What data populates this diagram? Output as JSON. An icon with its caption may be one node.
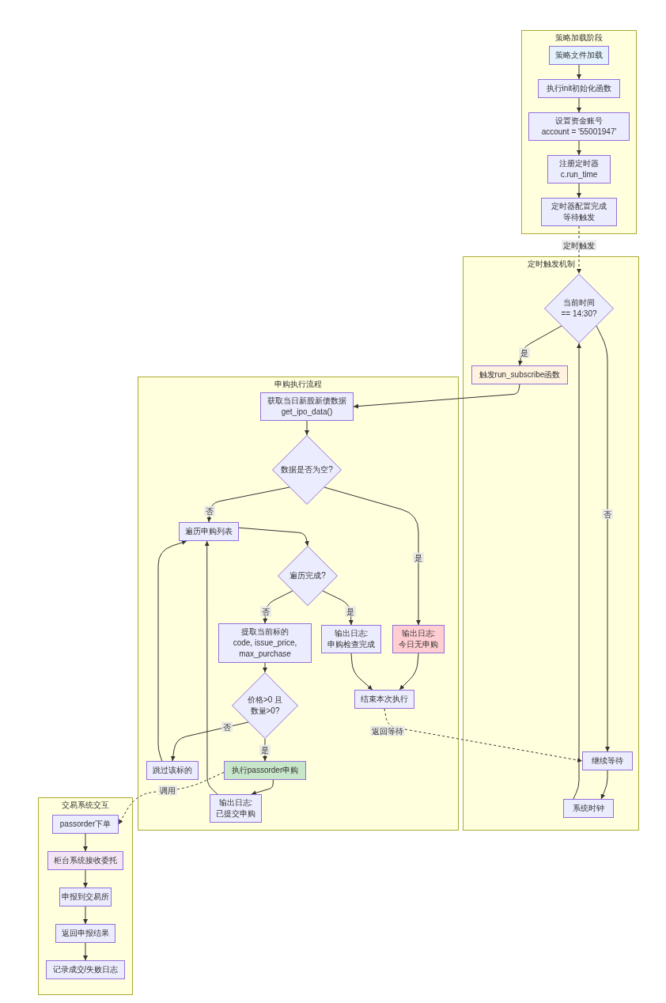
{
  "diagram": {
    "nodes": [
      {
        "text": [
          "策略加载阶段"
        ]
      },
      {
        "text": [
          "策略文件加载"
        ],
        "in": 0
      },
      {
        "text": [
          "执行init初始化函数"
        ],
        "in": 0
      },
      {
        "text": [
          "设置资金账号 account = '55001947'"
        ],
        "in": 0
      },
      {
        "text": [
          "注册定时器 c.run_time"
        ],
        "in": 0
      },
      {
        "text": [
          "定时器配置完成等待触发"
        ],
        "in": 0
      },
      {
        "text": [
          "定时触发机制"
        ]
      },
      {
        "text": [
          "当前时间 == 14:30?"
        ],
        "in": 6
      },
      {
        "text": [
          "触发run_subscribe函数"
        ],
        "in": 6
      },
      {
        "text": [
          "继续等待"
        ],
        "in": 6
      },
      {
        "text": [
          "系统时钟"
        ],
        "in": 6
      },
      {
        "text": [
          "申购执行流程"
        ]
      },
      {
        "text": [
          "获取当日新股新债数据 get_ipo_data()"
        ],
        "in": 11
      },
      {
        "text": [
          "数据是否为空?"
        ],
        "in": 11
      },
      {
        "text": [
          "遍历申购列表"
        ],
        "in": 11
      },
      {
        "text": [
          "遍历完成?"
        ],
        "in": 11
      },
      {
        "text": [
          "提取当前标的 code, issue_price, max_purchase"
        ],
        "in": 11
      },
      {
        "text": [
          "输出日志: 申购检查完成"
        ],
        "in": 11
      },
      {
        "text": [
          "输出日志: 今日无申购"
        ],
        "in": 11
      },
      {
        "text": [
          "价格>0 且数量>0?"
        ],
        "in": 11
      },
      {
        "text": [
          "结束本次执行"
        ],
        "in": 11
      },
      {
        "text": [
          "跳过该标的"
        ],
        "in": 11
      },
      {
        "text": [
          "执行passorder申购"
        ],
        "in": 11
      },
      {
        "text": [
          "输出日志: 已提交申购"
        ],
        "in": 11
      },
      {
        "text": [
          "交易系统交互"
        ]
      },
      {
        "text": [
          "passorder下单"
        ],
        "in": 24
      },
      {
        "text": [
          "柜台系统接收委托"
        ],
        "in": 24
      },
      {
        "text": [
          "申报到交易所"
        ],
        "in": 24
      },
      {
        "text": [
          "返回申报结果"
        ],
        "in": 24
      },
      {
        "text": [
          "记录成交/失败日志"
        ],
        "in": 24
      }
    ],
    "edges": [
      {
        "from": 1,
        "to": 2,
        "arrow": "to"
      },
      {
        "from": 2,
        "to": 3,
        "arrow": "to"
      },
      {
        "from": 3,
        "to": 4,
        "arrow": "to"
      },
      {
        "from": 4,
        "to": 5,
        "arrow": "to"
      },
      {
        "from": 5,
        "to": 7,
        "arrow": "to",
        "label": "定时触发",
        "style": "dashed"
      },
      {
        "from": 7,
        "to": 8,
        "arrow": "to",
        "label": "是"
      },
      {
        "from": 7,
        "to": 9,
        "arrow": "to",
        "label": "否"
      },
      {
        "from": 8,
        "to": 12,
        "arrow": "to"
      },
      {
        "from": 12,
        "to": 13,
        "arrow": "to"
      },
      {
        "from": 13,
        "to": 14,
        "arrow": "to",
        "label": "否"
      },
      {
        "from": 13,
        "to": 18,
        "arrow": "to",
        "label": "是"
      },
      {
        "from": 14,
        "to": 15,
        "arrow": "to"
      },
      {
        "from": 15,
        "to": 16,
        "arrow": "to",
        "label": "否"
      },
      {
        "from": 15,
        "to": 17,
        "arrow": "to",
        "label": "是"
      },
      {
        "from": 16,
        "to": 19,
        "arrow": "to"
      },
      {
        "from": 19,
        "to": 21,
        "arrow": "to",
        "label": "否"
      },
      {
        "from": 19,
        "to": 22,
        "arrow": "to",
        "label": "是"
      },
      {
        "from": 22,
        "to": 23,
        "arrow": "to"
      },
      {
        "from": 21,
        "to": 14,
        "arrow": "to"
      },
      {
        "from": 23,
        "to": 14,
        "arrow": "to"
      },
      {
        "from": 17,
        "to": 20,
        "arrow": "to"
      },
      {
        "from": 18,
        "to": 20,
        "arrow": "to"
      },
      {
        "from": 20,
        "to": 9,
        "arrow": "to",
        "label": "返回等待",
        "style": "dashed"
      },
      {
        "from": 22,
        "to": 25,
        "arrow": "to",
        "label": "调用",
        "style": "dashed"
      },
      {
        "from": 25,
        "to": 26,
        "arrow": "to"
      },
      {
        "from": 26,
        "to": 27,
        "arrow": "to"
      },
      {
        "from": 27,
        "to": 28,
        "arrow": "to"
      },
      {
        "from": 28,
        "to": 29,
        "arrow": "to"
      },
      {
        "from": 9,
        "to": 10,
        "arrow": "to"
      },
      {
        "from": 10,
        "to": 7,
        "arrow": "to"
      }
    ]
  }
}
